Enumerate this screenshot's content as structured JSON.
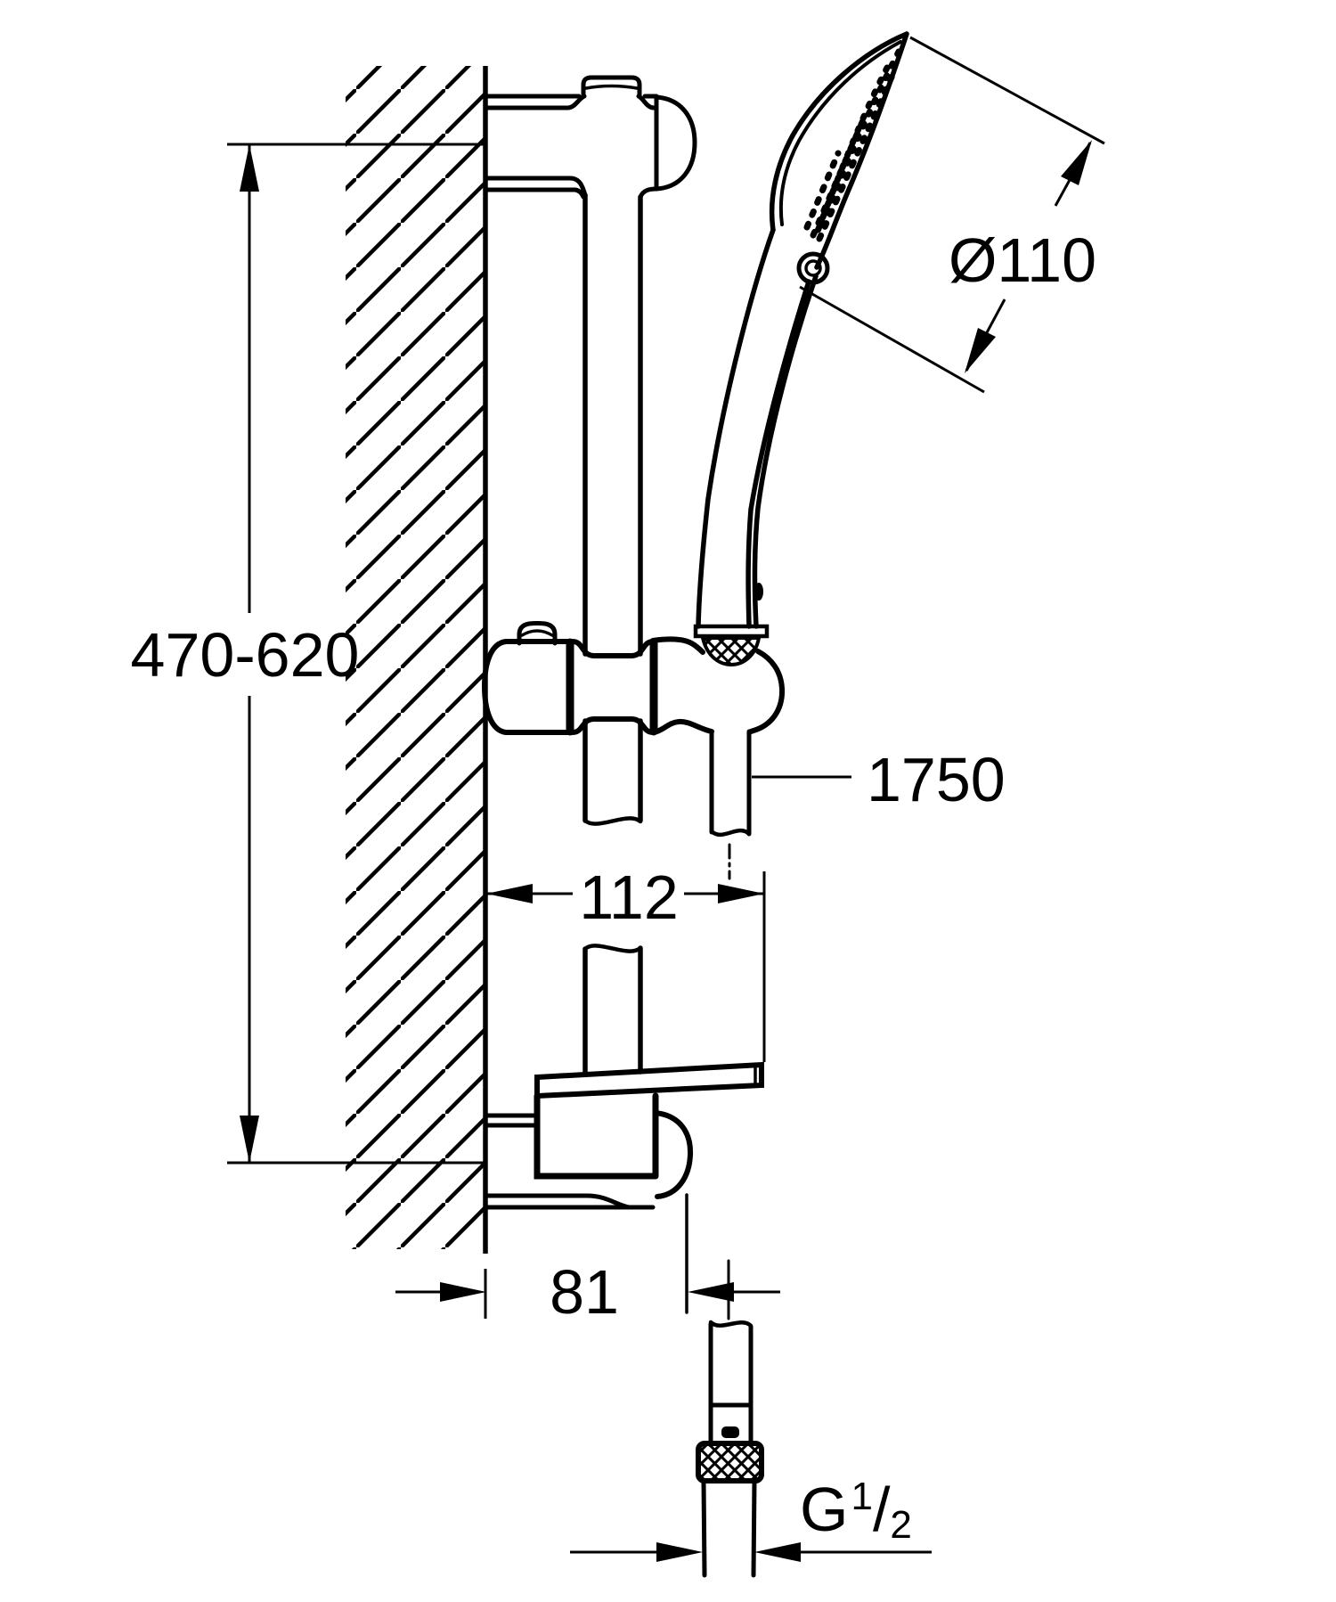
{
  "page": {
    "background_color": "#ffffff",
    "line_color": "#000000"
  },
  "labels": {
    "height_range": "470-620",
    "head_diameter": "Ø110",
    "hose_length": "1750",
    "upper_depth": "112",
    "lower_depth": "81",
    "thread_prefix": "G",
    "thread_numerator": "1",
    "thread_slash": "/",
    "thread_denominator": "2"
  }
}
